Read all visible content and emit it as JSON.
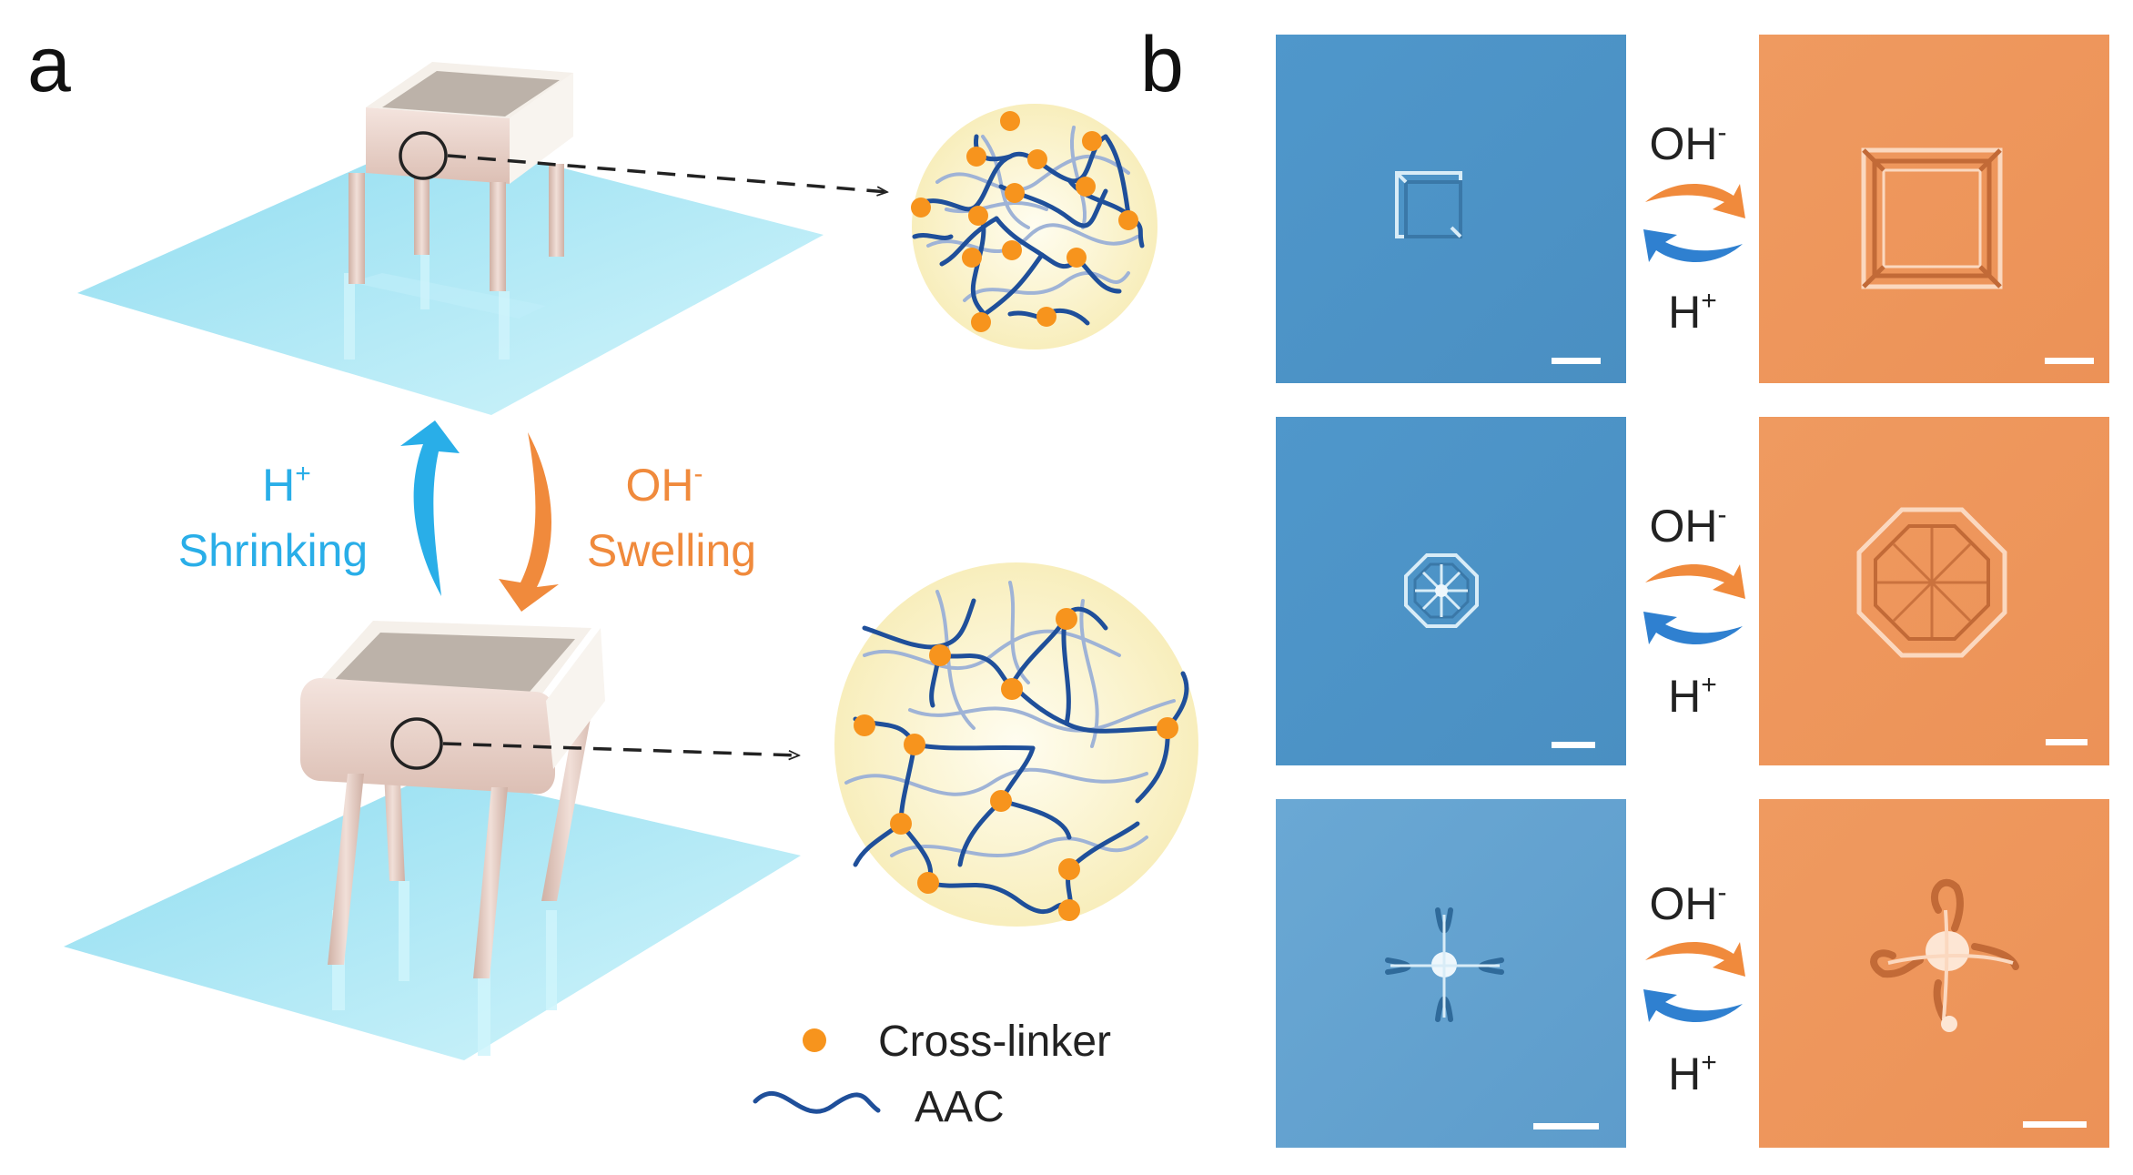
{
  "panel_a": {
    "label": "a",
    "up_arrow": {
      "ion": "H",
      "ion_charge": "+",
      "caption": "Shrinking"
    },
    "down_arrow": {
      "ion": "OH",
      "ion_charge": "-",
      "caption": "Swelling"
    },
    "legend": [
      {
        "marker": "orange-dot",
        "text": "Cross-linker"
      },
      {
        "marker": "blue-wave",
        "text": "AAC"
      }
    ]
  },
  "panel_b": {
    "label": "b",
    "rows": [
      {
        "shape": "cube",
        "forward": {
          "ion": "OH",
          "charge": "-"
        },
        "reverse": {
          "ion": "H",
          "charge": "+"
        }
      },
      {
        "shape": "octagon",
        "forward": {
          "ion": "OH",
          "charge": "-"
        },
        "reverse": {
          "ion": "H",
          "charge": "+"
        }
      },
      {
        "shape": "cross",
        "forward": {
          "ion": "OH",
          "charge": "-"
        },
        "reverse": {
          "ion": "H",
          "charge": "+"
        }
      }
    ]
  },
  "colors": {
    "h_plus_text": "#29aee8",
    "oh_minus_text": "#f08a3c",
    "cross_linker": "#f7941d",
    "aac_chain": "#1f4f9a",
    "aac_chain_light": "#9fb3d6",
    "zoom_circle_fill": "#fbf3c8",
    "substrate": "#a6e8f5",
    "structure": "#e7cfc6",
    "shrunk_tile": "#4a93c8",
    "swollen_tile": "#ee9b62"
  }
}
